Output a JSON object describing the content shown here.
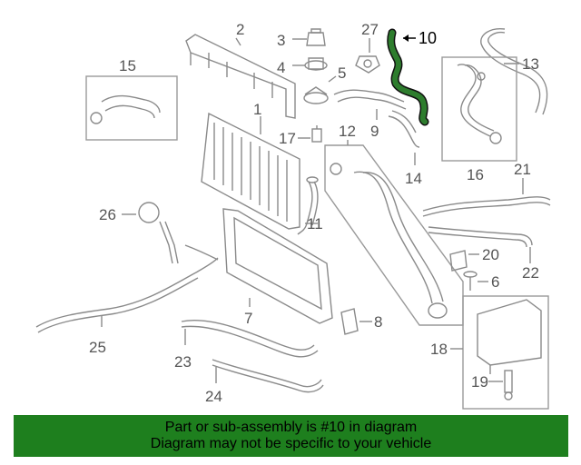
{
  "highlight_color": "#2e7d2e",
  "banner_color": "#1e7f1e",
  "callouts": {
    "c1": "1",
    "c2": "2",
    "c3": "3",
    "c4": "4",
    "c5": "5",
    "c6": "6",
    "c7": "7",
    "c8": "8",
    "c9": "9",
    "c10": "10",
    "c11": "11",
    "c12": "12",
    "c13": "13",
    "c14": "14",
    "c15": "15",
    "c16": "16",
    "c17": "17",
    "c18": "18",
    "c19": "19",
    "c20": "20",
    "c21": "21",
    "c22": "22",
    "c23": "23",
    "c24": "24",
    "c25": "25",
    "c26": "26",
    "c27": "27"
  },
  "notice": {
    "line1": "Part or sub-assembly is #10 in diagram",
    "line2": "Diagram may not be specific to your vehicle"
  }
}
